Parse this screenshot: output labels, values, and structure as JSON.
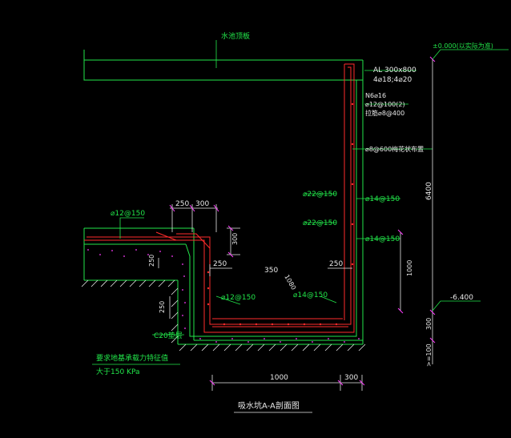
{
  "drawing": {
    "title": "吸水坑A-A剖面图",
    "top_note": "水池顶板",
    "elev_top": "±0.000(以实际为准)",
    "elev_bottom": "-6.400",
    "beam_spec": [
      "AL 300x800",
      "4⌀18;4⌀20"
    ],
    "beam_note": [
      "N6⌀16",
      "⌀12@100(2)",
      "拉筋⌀8@400"
    ],
    "anchor_note": "⌀8@600梅花状布置",
    "rebar_labels": {
      "slab_left": "⌀12@150",
      "wall_inner_top": "⌀22@150",
      "wall_inner_bot": "⌀22@150",
      "wall_outer_top": "⌀14@150",
      "wall_outer_bot": "⌀14@150",
      "pit_bottom_left": "⌀12@150",
      "pit_bottom_right": "⌀14@150"
    },
    "dims": {
      "d250a": "250",
      "d300a": "300",
      "d300v": "300",
      "d250b": "250",
      "d250c": "250",
      "d250v1": "250",
      "d250v2": "250",
      "d350": "350",
      "d1080": "1080",
      "d1000v": "1000",
      "d6400": "6400",
      "d300right": "300",
      "dge100": ">=100",
      "d1000h": "1000",
      "d300h": "300"
    },
    "cushion": "C20垫层",
    "soil_note": [
      "要求地基承载力特征值",
      "大于150 KPa"
    ]
  }
}
